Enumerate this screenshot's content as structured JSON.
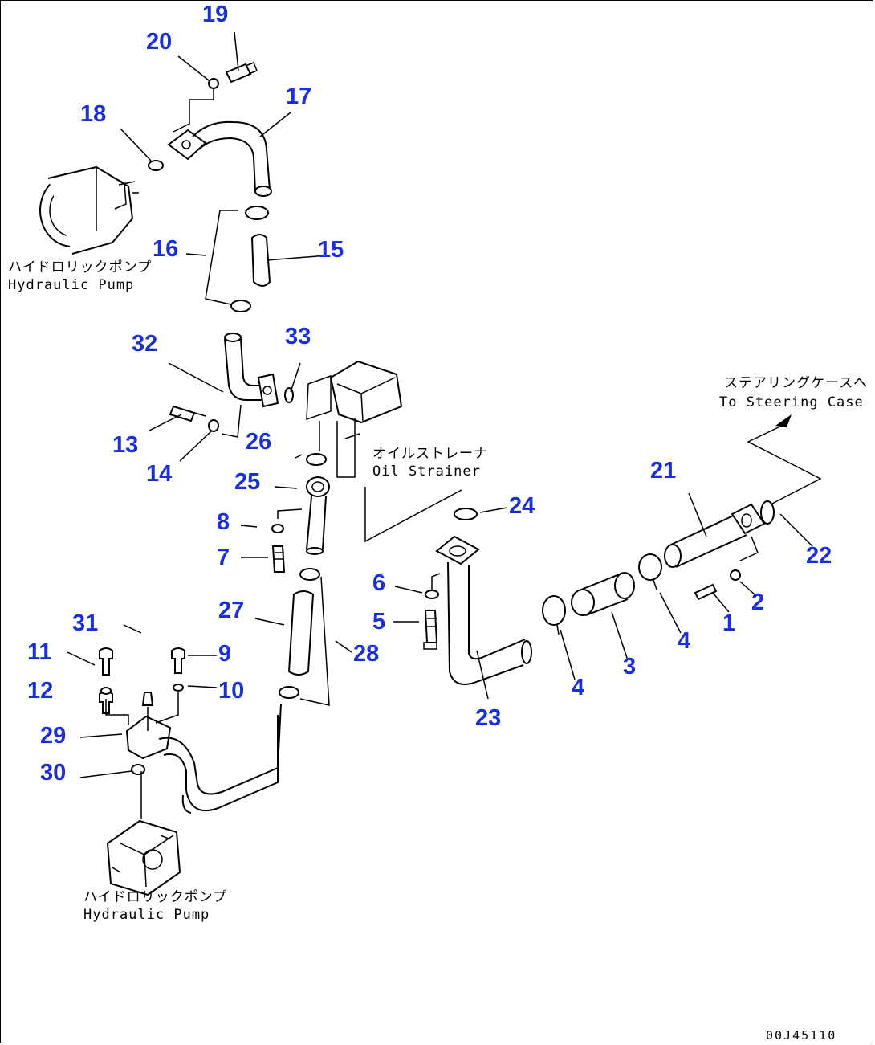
{
  "callouts": {
    "n1": "1",
    "n2": "2",
    "n3": "3",
    "n4a": "4",
    "n4b": "4",
    "n5": "5",
    "n6": "6",
    "n7": "7",
    "n8": "8",
    "n9": "9",
    "n10": "10",
    "n11": "11",
    "n12": "12",
    "n13": "13",
    "n14": "14",
    "n15": "15",
    "n16": "16",
    "n17": "17",
    "n18": "18",
    "n19": "19",
    "n20": "20",
    "n21": "21",
    "n22": "22",
    "n23": "23",
    "n24": "24",
    "n25": "25",
    "n26": "26",
    "n27": "27",
    "n28": "28",
    "n29": "29",
    "n30": "30",
    "n31": "31",
    "n32": "32",
    "n33": "33"
  },
  "captions": {
    "pump_top_jp": "ハイドロリックポンプ",
    "pump_top_en": "Hydraulic Pump",
    "strainer_jp": "オイルストレーナ",
    "strainer_en": "Oil Strainer",
    "steering_jp": "ステアリングケースへ",
    "steering_en": "To Steering Case",
    "pump_bottom_jp": "ハイドロリックポンプ",
    "pump_bottom_en": "Hydraulic Pump"
  },
  "drawing_code": "00J45110",
  "colors": {
    "callout": "#1a2fd6",
    "line": "#000000",
    "background": "#ffffff"
  }
}
